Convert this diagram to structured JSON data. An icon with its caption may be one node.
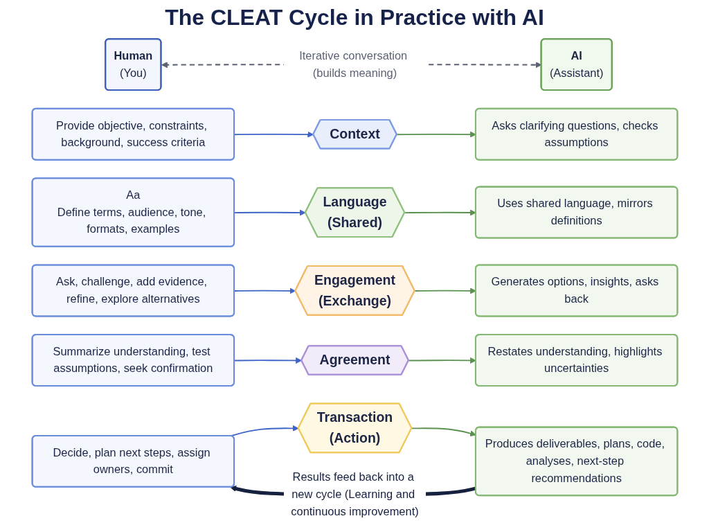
{
  "diagram": {
    "title": "The CLEAT Cycle in Practice with AI",
    "nodes": [
      {
        "text": [
          "Human",
          "(You)"
        ]
      },
      {
        "text": [
          "AI",
          "(Assistant)"
        ]
      },
      {
        "text": [
          "Provide objective, constraints, background, success criteria"
        ]
      },
      {
        "text": [
          "Context"
        ]
      },
      {
        "text": [
          "Asks clarifying questions, checks assumptions"
        ]
      },
      {
        "text": [
          "Aa",
          "Define terms, audience, tone, formats, examples"
        ]
      },
      {
        "text": [
          "Language",
          "(Shared)"
        ]
      },
      {
        "text": [
          "Uses shared language, mirrors definitions"
        ]
      },
      {
        "text": [
          "Ask, challenge, add evidence, refine, explore alternatives"
        ]
      },
      {
        "text": [
          "Engagement",
          "(Exchange)"
        ]
      },
      {
        "text": [
          "Generates options, insights, asks back"
        ]
      },
      {
        "text": [
          "Summarize understanding, test assumptions, seek confirmation"
        ]
      },
      {
        "text": [
          "Agreement"
        ]
      },
      {
        "text": [
          "Restates understanding, highlights uncertainties"
        ]
      },
      {
        "text": [
          "Decide, plan next steps, assign owners, commit"
        ]
      },
      {
        "text": [
          "Transaction",
          "(Action)"
        ]
      },
      {
        "text": [
          "Produces deliverables, plans, code, analyses, next-step recommendations"
        ]
      }
    ],
    "edges": [
      {
        "from": 0,
        "to": 1,
        "arrow": "both",
        "style": "dashed",
        "label": "Iterative conversation (builds meaning)",
        "color": "#5a6274"
      },
      {
        "from": 2,
        "to": 3,
        "arrow": "to",
        "color": "#3f64c8"
      },
      {
        "from": 3,
        "to": 4,
        "arrow": "to",
        "color": "#5a9150"
      },
      {
        "from": 5,
        "to": 6,
        "arrow": "to",
        "color": "#3f64c8"
      },
      {
        "from": 6,
        "to": 7,
        "arrow": "to",
        "color": "#5a9150"
      },
      {
        "from": 8,
        "to": 9,
        "arrow": "to",
        "color": "#3f64c8"
      },
      {
        "from": 9,
        "to": 10,
        "arrow": "to",
        "color": "#5a9150"
      },
      {
        "from": 11,
        "to": 12,
        "arrow": "to",
        "color": "#3f64c8"
      },
      {
        "from": 12,
        "to": 13,
        "arrow": "to",
        "color": "#5a9150"
      },
      {
        "from": 14,
        "to": 15,
        "arrow": "to",
        "color": "#3f64c8"
      },
      {
        "from": 15,
        "to": 16,
        "arrow": "to",
        "color": "#5a9150"
      },
      {
        "from": 16,
        "to": 14,
        "arrow": "to",
        "style": "thick",
        "label": "Results feed back into a new cycle (Learning and continuous improvement)",
        "color": "#16203f"
      }
    ]
  }
}
